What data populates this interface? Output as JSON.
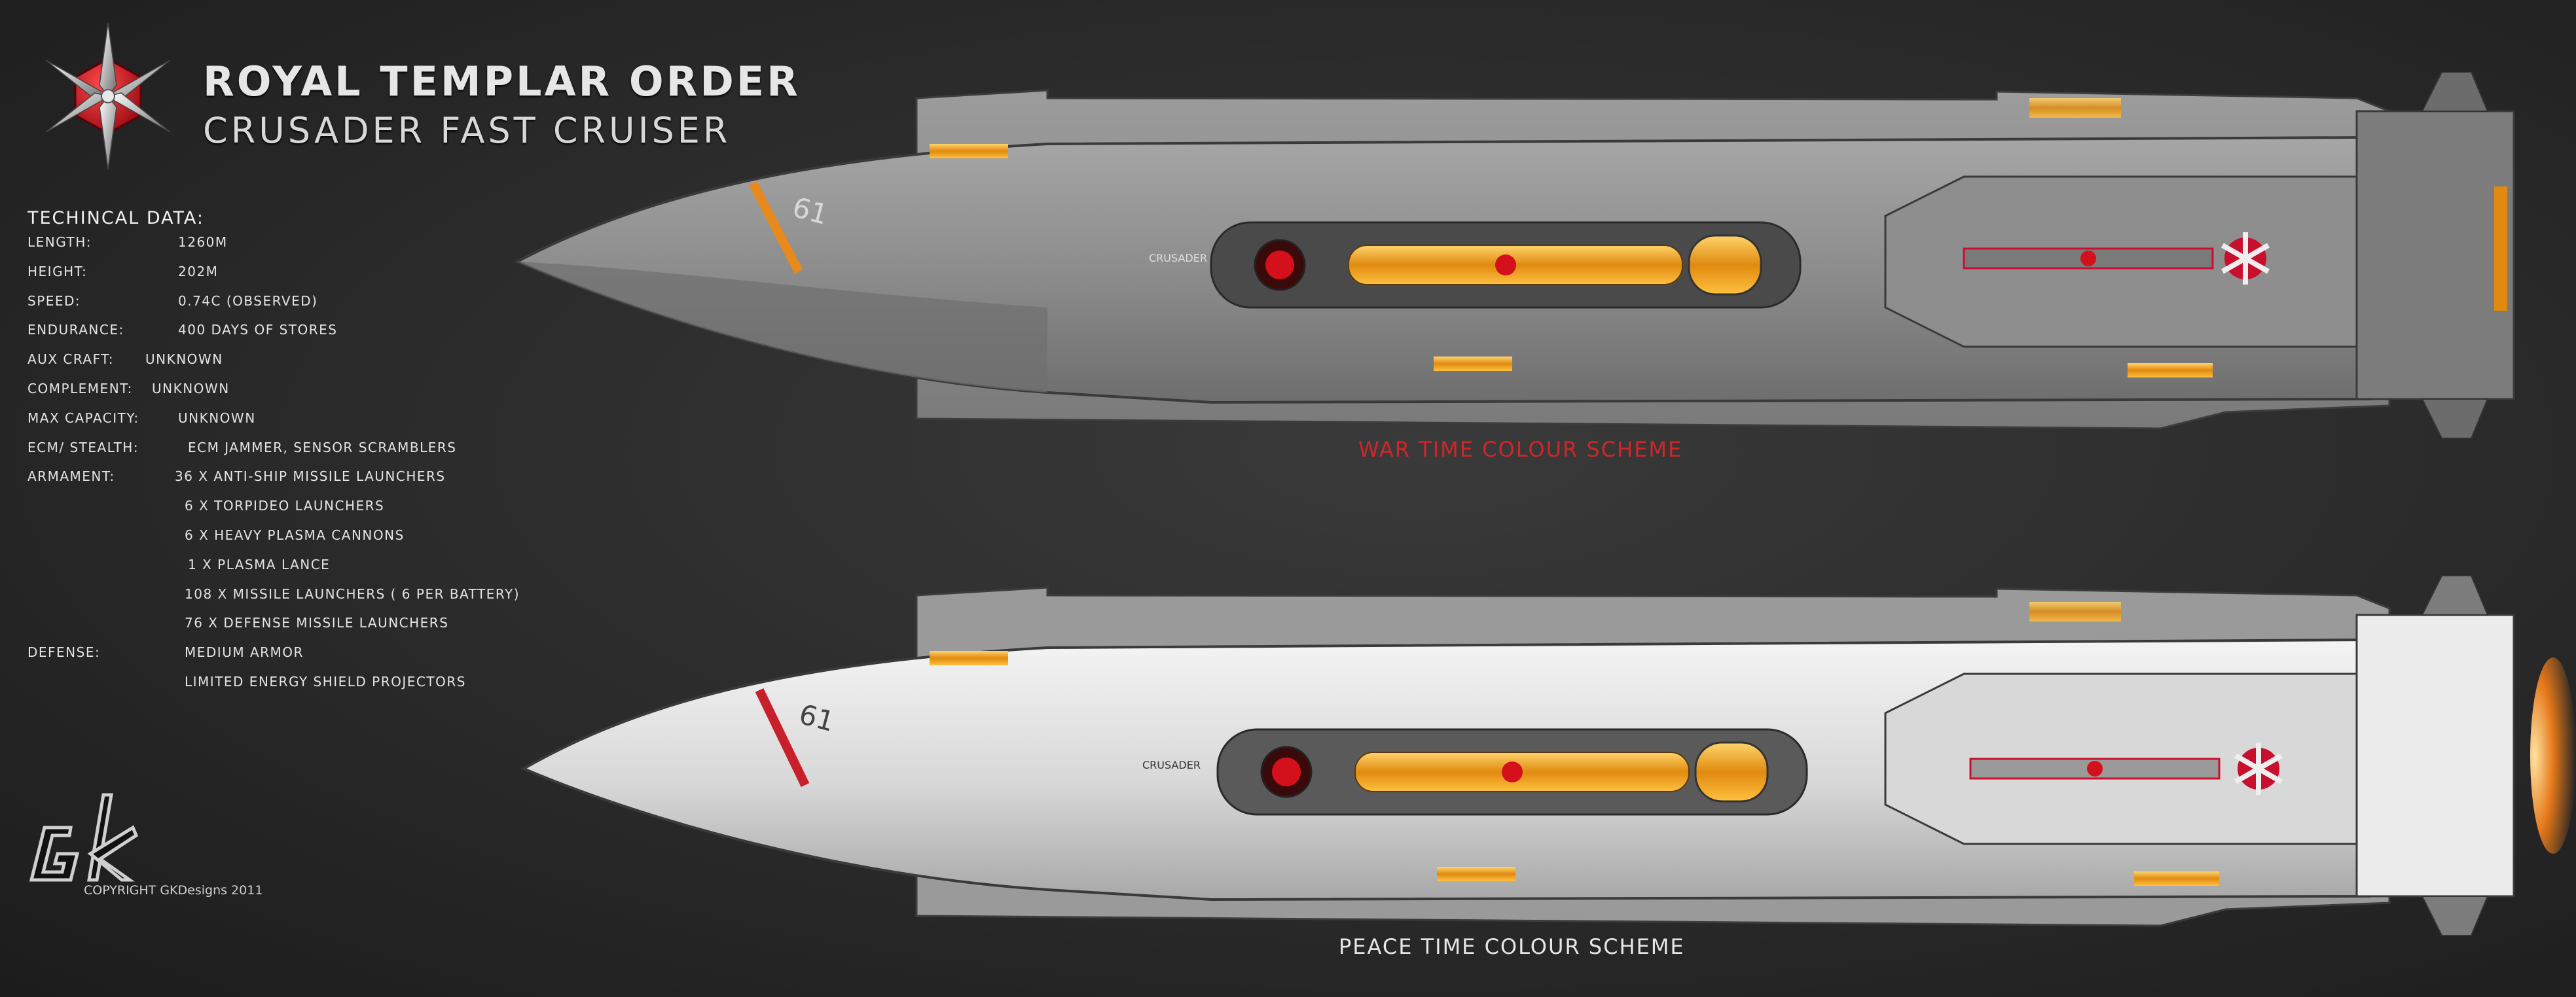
{
  "header": {
    "title_line1": "ROYAL TEMPLAR ORDER",
    "title_line2": "CRUSADER FAST CRUISER"
  },
  "technical_data": {
    "heading": "TECHINCAL DATA:",
    "specs": [
      {
        "label": "LENGTH:",
        "value": "1260M"
      },
      {
        "label": "HEIGHT:",
        "value": "202M"
      },
      {
        "label": "SPEED:",
        "value": "0.74C (OBSERVED)"
      },
      {
        "label": "ENDURANCE:",
        "value": "400 DAYS OF STORES"
      },
      {
        "label": "AUX CRAFT:",
        "value": "UNKNOWN"
      },
      {
        "label": "COMPLEMENT:",
        "value": "UNKNOWN"
      },
      {
        "label": "MAX CAPACITY:",
        "value": "UNKNOWN"
      },
      {
        "label": "ECM/ STEALTH:",
        "value": "ECM JAMMER, SENSOR SCRAMBLERS"
      },
      {
        "label": "ARMAMENT:",
        "value": "36 X ANTI-SHIP MISSILE LAUNCHERS"
      },
      {
        "label": "",
        "value": "6 X TORPIDEO LAUNCHERS"
      },
      {
        "label": "",
        "value": "6 X HEAVY PLASMA CANNONS"
      },
      {
        "label": "",
        "value": "1 X PLASMA LANCE"
      },
      {
        "label": "",
        "value": "108 X MISSILE LAUNCHERS ( 6 PER BATTERY)"
      },
      {
        "label": "",
        "value": "76 X DEFENSE MISSILE LAUNCHERS"
      },
      {
        "label": "DEFENSE:",
        "value": "MEDIUM ARMOR"
      },
      {
        "label": "",
        "value": "LIMITED ENERGY SHIELD PROJECTORS"
      }
    ]
  },
  "ships": {
    "war": {
      "caption": "WAR TIME COLOUR SCHEME",
      "hull_number": "61",
      "name_marking": "CRUSADER",
      "hull_color": "#8e8e8e",
      "stripe_color": "#e8891c"
    },
    "peace": {
      "caption": "PEACE TIME COLOUR SCHEME",
      "hull_number": "61",
      "name_marking": "CRUSADER",
      "hull_color": "#d6d6d6",
      "stripe_color": "#c8202a"
    }
  },
  "footer": {
    "copyright": "COPYRIGHT GKDesigns 2011"
  },
  "colors": {
    "background": "#2a2a2a",
    "emblem_red": "#c8102e",
    "caption_red": "#d0262a",
    "glow": "#f2a81c"
  }
}
